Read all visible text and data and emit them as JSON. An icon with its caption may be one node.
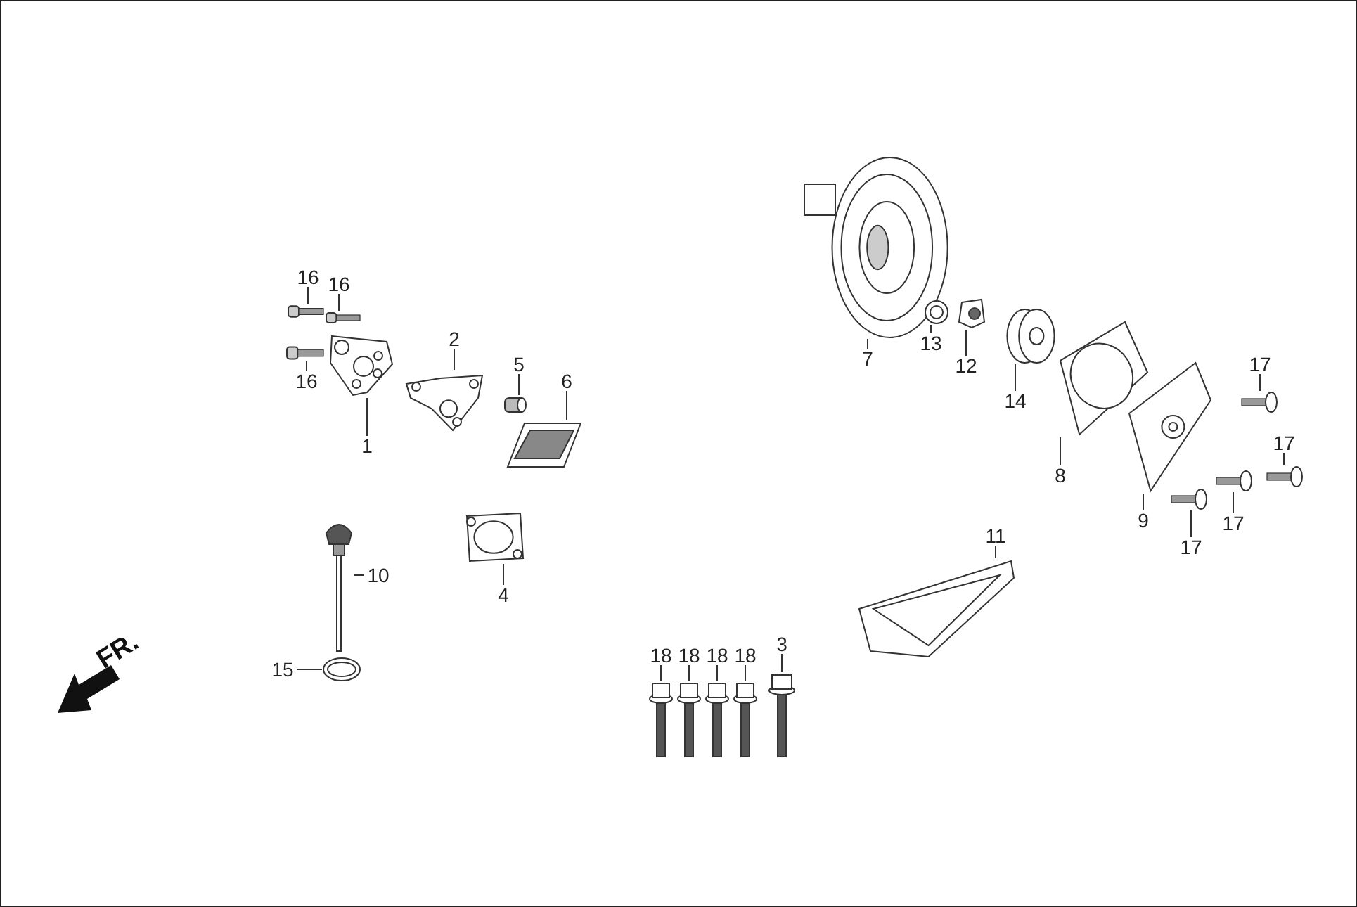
{
  "diagram": {
    "nodes": [
      {
        "text": [
          "16"
        ]
      },
      {
        "text": [],
        "shape": "picture"
      },
      {
        "text": [
          "16"
        ]
      },
      {
        "text": [],
        "shape": "picture"
      },
      {
        "text": [
          "16"
        ]
      },
      {
        "text": [],
        "shape": "picture"
      },
      {
        "text": [
          "1"
        ]
      },
      {
        "text": [],
        "shape": "picture"
      },
      {
        "text": [
          "2"
        ]
      },
      {
        "text": [],
        "shape": "picture"
      },
      {
        "text": [
          "5"
        ]
      },
      {
        "text": [],
        "shape": "picture"
      },
      {
        "text": [
          "6"
        ]
      },
      {
        "text": [],
        "shape": "picture"
      },
      {
        "text": [
          "10"
        ]
      },
      {
        "text": [],
        "shape": "picture"
      },
      {
        "text": [
          "4"
        ]
      },
      {
        "text": [],
        "shape": "picture"
      },
      {
        "text": [
          "15"
        ]
      },
      {
        "text": [],
        "shape": "picture"
      },
      {
        "text": [
          "18"
        ]
      },
      {
        "text": [],
        "shape": "picture"
      },
      {
        "text": [
          "18"
        ]
      },
      {
        "text": [],
        "shape": "picture"
      },
      {
        "text": [
          "18"
        ]
      },
      {
        "text": [],
        "shape": "picture"
      },
      {
        "text": [
          "18"
        ]
      },
      {
        "text": [],
        "shape": "picture"
      },
      {
        "text": [
          "3"
        ]
      },
      {
        "text": [],
        "shape": "picture"
      },
      {
        "text": [
          "7"
        ]
      },
      {
        "text": [],
        "shape": "picture"
      },
      {
        "text": [
          "13"
        ]
      },
      {
        "text": [],
        "shape": "picture"
      },
      {
        "text": [
          "12"
        ]
      },
      {
        "text": [],
        "shape": "picture"
      },
      {
        "text": [
          "14"
        ]
      },
      {
        "text": [],
        "shape": "picture"
      },
      {
        "text": [
          "8"
        ]
      },
      {
        "text": [],
        "shape": "picture"
      },
      {
        "text": [
          "11"
        ]
      },
      {
        "text": [],
        "shape": "picture"
      },
      {
        "text": [
          "9"
        ]
      },
      {
        "text": [],
        "shape": "picture"
      },
      {
        "text": [
          "17"
        ]
      },
      {
        "text": [],
        "shape": "picture"
      },
      {
        "text": [
          "17"
        ]
      },
      {
        "text": [],
        "shape": "picture"
      },
      {
        "text": [
          "17"
        ]
      },
      {
        "text": [],
        "shape": "picture"
      },
      {
        "text": [
          "17"
        ]
      },
      {
        "text": [],
        "shape": "picture"
      }
    ],
    "edges": [
      {
        "from": 0,
        "to": 1,
        "arrow": "none"
      },
      {
        "from": 2,
        "to": 3,
        "arrow": "none"
      },
      {
        "from": 4,
        "to": 5,
        "arrow": "none"
      },
      {
        "from": 6,
        "to": 7,
        "arrow": "none"
      },
      {
        "from": 8,
        "to": 9,
        "arrow": "none"
      },
      {
        "from": 10,
        "to": 11,
        "arrow": "none"
      },
      {
        "from": 12,
        "to": 13,
        "arrow": "none"
      },
      {
        "from": 14,
        "to": 15,
        "arrow": "none"
      },
      {
        "from": 16,
        "to": 17,
        "arrow": "none"
      },
      {
        "from": 18,
        "to": 19,
        "arrow": "none"
      },
      {
        "from": 20,
        "to": 21,
        "arrow": "none"
      },
      {
        "from": 22,
        "to": 23,
        "arrow": "none"
      },
      {
        "from": 24,
        "to": 25,
        "arrow": "none"
      },
      {
        "from": 26,
        "to": 27,
        "arrow": "none"
      },
      {
        "from": 28,
        "to": 29,
        "arrow": "none"
      },
      {
        "from": 30,
        "to": 31,
        "arrow": "none"
      },
      {
        "from": 32,
        "to": 33,
        "arrow": "none"
      },
      {
        "from": 34,
        "to": 35,
        "arrow": "none"
      },
      {
        "from": 36,
        "to": 37,
        "arrow": "none"
      },
      {
        "from": 38,
        "to": 39,
        "arrow": "none"
      },
      {
        "from": 40,
        "to": 41,
        "arrow": "none"
      },
      {
        "from": 42,
        "to": 43,
        "arrow": "none"
      },
      {
        "from": 44,
        "to": 45,
        "arrow": "none"
      },
      {
        "from": 46,
        "to": 47,
        "arrow": "none"
      },
      {
        "from": 48,
        "to": 49,
        "arrow": "none"
      },
      {
        "from": 50,
        "to": 51,
        "arrow": "none"
      }
    ],
    "labels": [
      "FR."
    ]
  }
}
